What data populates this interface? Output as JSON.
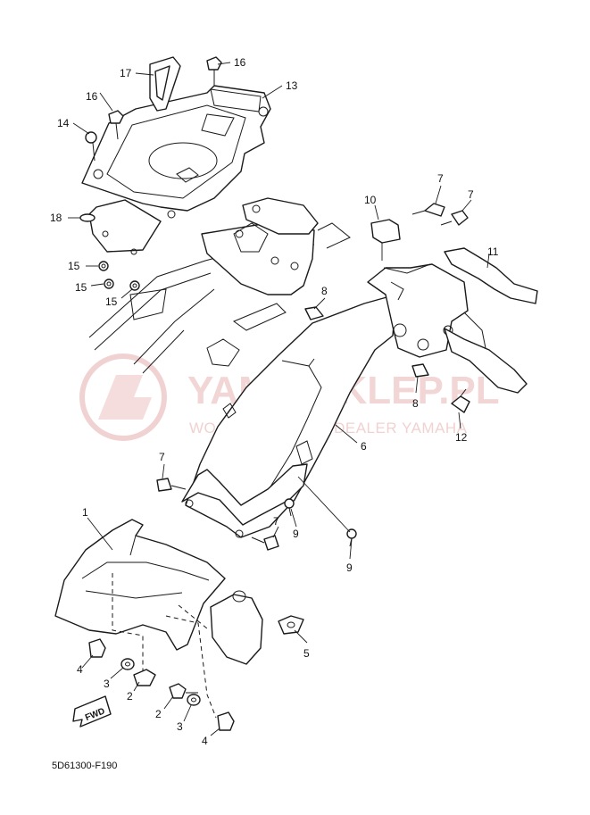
{
  "watermark": {
    "main_text": "YAMA-SKLEP.PL",
    "sub_text": "WOJTECHOWSKI | DEALER YAMAHA"
  },
  "diagram_code": "5D61300-F190",
  "fwd_label": "FWD",
  "callouts": {
    "c1": "1",
    "c2a": "2",
    "c2b": "2",
    "c3a": "3",
    "c3b": "3",
    "c4a": "4",
    "c4b": "4",
    "c5": "5",
    "c6": "6",
    "c7a": "7",
    "c7b": "7",
    "c7c": "7",
    "c7d": "7",
    "c8a": "8",
    "c8b": "8",
    "c9a": "9",
    "c9b": "9",
    "c10": "10",
    "c11": "11",
    "c12": "12",
    "c13": "13",
    "c14": "14",
    "c15a": "15",
    "c15b": "15",
    "c15c": "15",
    "c16a": "16",
    "c16b": "16",
    "c17": "17",
    "c18": "18"
  },
  "colors": {
    "line": "#1a1a1a",
    "watermark": "#e8b4b4"
  }
}
